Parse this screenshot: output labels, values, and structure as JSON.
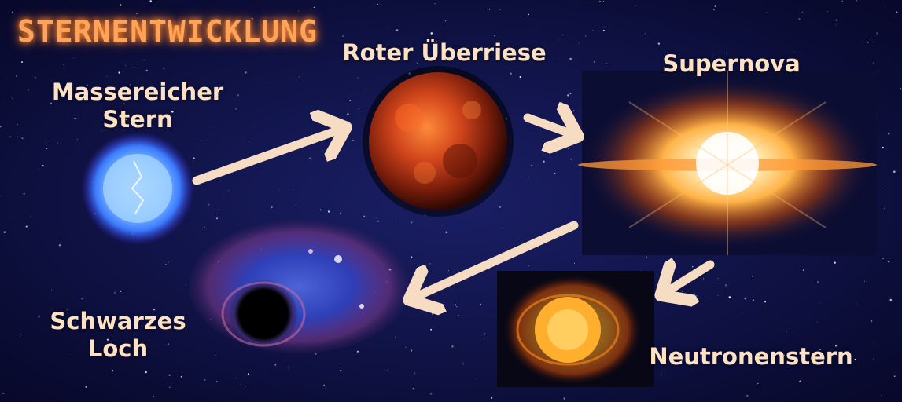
{
  "title": "STERNENTWICKLUNG",
  "stages": {
    "massive_star": {
      "line1": "Massereicher",
      "line2": "Stern"
    },
    "red_supergiant": {
      "label": "Roter Überriese"
    },
    "supernova": {
      "label": "Supernova"
    },
    "neutron_star": {
      "label": "Neutronenstern"
    },
    "black_hole": {
      "line1": "Schwarzes",
      "line2": "Loch"
    }
  },
  "colors": {
    "background": "#0a0c3a",
    "label_text": "#fde1c5",
    "title_text": "#ffa35a",
    "arrow": "#f7dcc4"
  }
}
